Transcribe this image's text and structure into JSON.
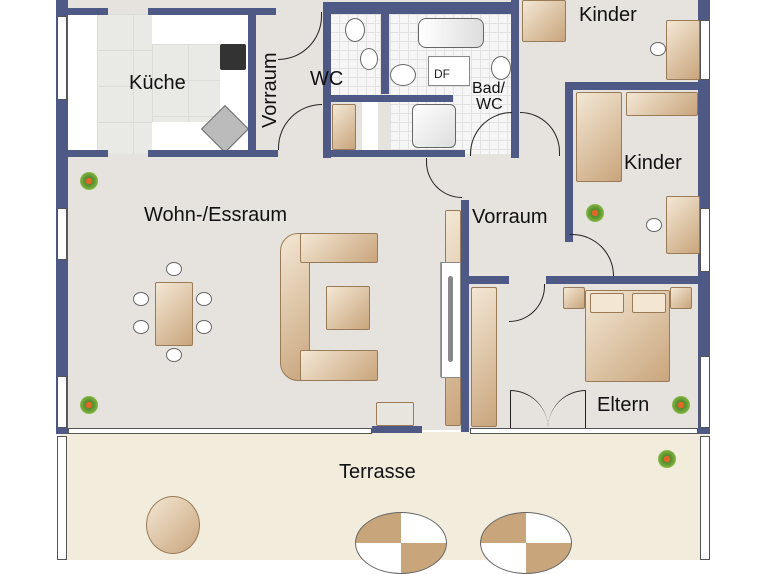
{
  "floorplan": {
    "rooms": {
      "kitchen": "Küche",
      "hall_left": "Vorraum",
      "wc": "WC",
      "bath": "Bad/\nWC",
      "bath_line1": "Bad/",
      "bath_line2": "WC",
      "shower_label": "DF",
      "kids_top": "Kinder",
      "kids_middle": "Kinder",
      "living": "Wohn-/Essraum",
      "hall_right": "Vorraum",
      "parents": "Eltern",
      "terrace": "Terrasse"
    },
    "colors": {
      "wall": "#4e5a85",
      "floor": "#e6e3de",
      "terrace": "#f1ecdc",
      "furniture": "#c9a57c",
      "plant": "#4f8b2a"
    }
  }
}
